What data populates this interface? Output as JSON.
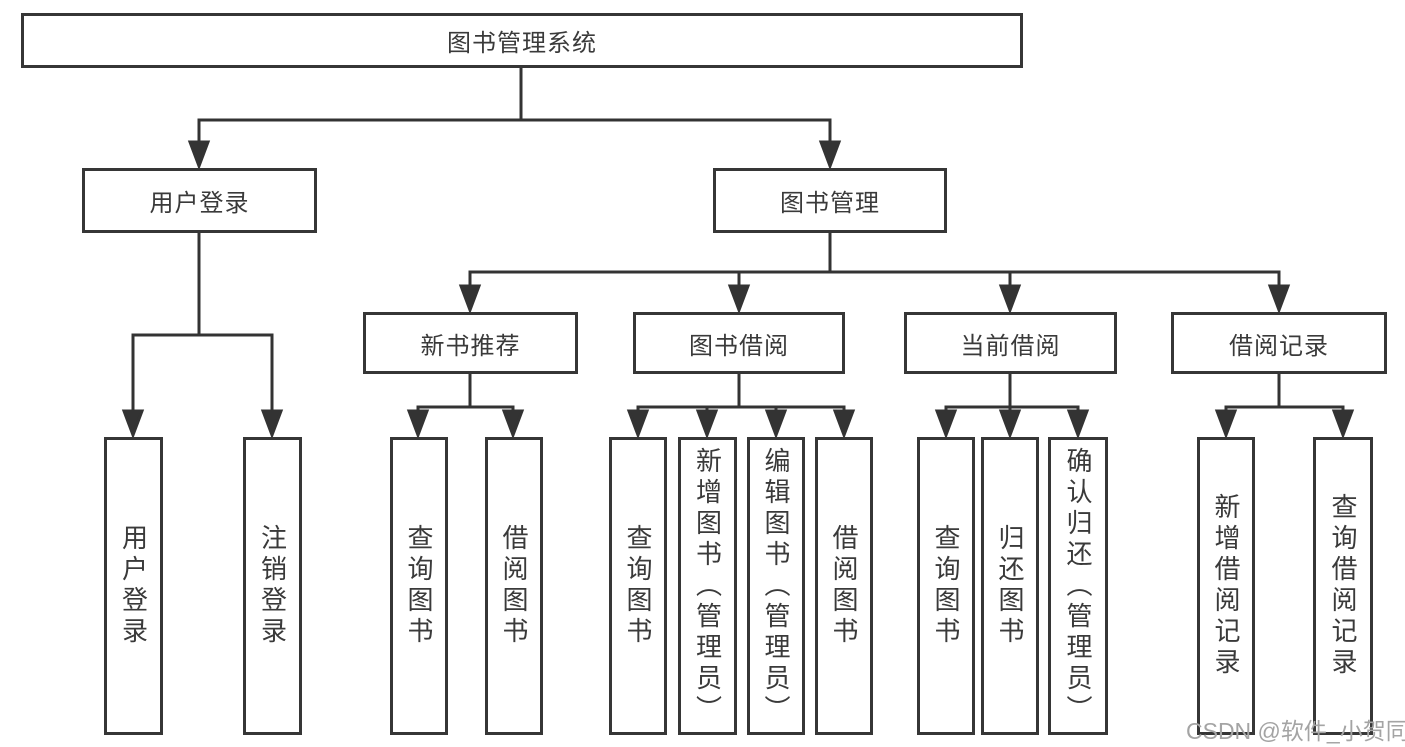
{
  "diagram": {
    "root": "图书管理系统",
    "branches": [
      {
        "label": "用户登录",
        "children": [
          "用户登录",
          "注销登录"
        ]
      },
      {
        "label": "图书管理",
        "sections": [
          {
            "label": "新书推荐",
            "children": [
              "查询图书",
              "借阅图书"
            ]
          },
          {
            "label": "图书借阅",
            "children": [
              "查询图书",
              "新增图书（管理员）",
              "编辑图书（管理员）",
              "借阅图书"
            ]
          },
          {
            "label": "当前借阅",
            "children": [
              "查询图书",
              "归还图书",
              "确认归还（管理员）"
            ]
          },
          {
            "label": "借阅记录",
            "children": [
              "新增借阅记录",
              "查询借阅记录"
            ]
          }
        ]
      }
    ]
  },
  "watermark": {
    "text": "CSDN @软件_小贺同学"
  },
  "colors": {
    "line": "#333333",
    "box_border": "#363636",
    "box_fill": "#ffffff",
    "text": "#3a3a3a",
    "watermark": "#a4a4a4"
  }
}
